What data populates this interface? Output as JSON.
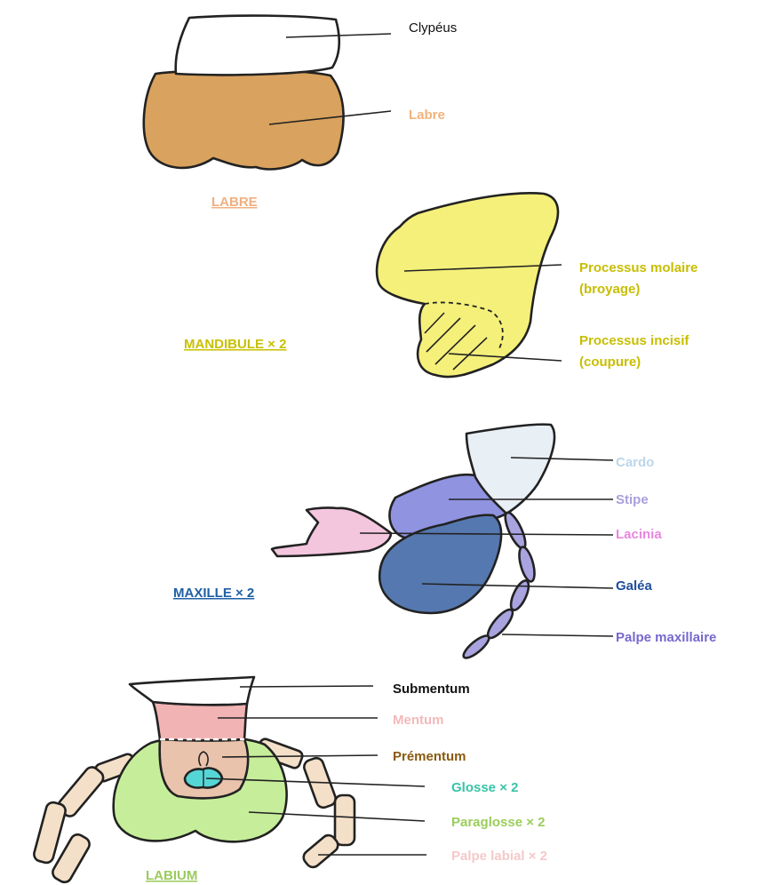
{
  "colors": {
    "labre": "#d9a25e",
    "clypeus": "#ffffff",
    "mandibule": "#f5f07a",
    "cardo": "#e8eff5",
    "stipe": "#8f93e0",
    "lacinia": "#f4c6dd",
    "galea": "#5678b0",
    "palpe_maxillaire": "#a9a3e0",
    "submentum": "#ffffff",
    "mentum": "#f1b3b3",
    "prementum": "#e9c3ab",
    "glosse": "#55d6d6",
    "paraglosse": "#c6ee9a",
    "palpe_labial": "#f4e0c8"
  },
  "labre": {
    "title": "LABRE",
    "title_color": "#f0b080",
    "labels": [
      {
        "id": "clypeus",
        "text": "Clypéus",
        "color": "#111111"
      },
      {
        "id": "labre",
        "text": "Labre",
        "color": "#f2b27a"
      }
    ]
  },
  "mandibule": {
    "title": "MANDIBULE × 2",
    "title_color": "#c8c000",
    "labels": [
      {
        "id": "molaire",
        "lines": [
          "Processus molaire",
          "(broyage)"
        ],
        "color": "#c7be00"
      },
      {
        "id": "incisif",
        "lines": [
          "Processus incisif",
          "(coupure)"
        ],
        "color": "#c7be00"
      }
    ]
  },
  "maxille": {
    "title": "MAXILLE × 2",
    "title_color": "#1f5fa6",
    "labels": [
      {
        "id": "cardo",
        "text": "Cardo",
        "color": "#bcd6ea"
      },
      {
        "id": "stipe",
        "text": "Stipe",
        "color": "#a9a0dd"
      },
      {
        "id": "lacinia",
        "text": "Lacinia",
        "color": "#ea86e0"
      },
      {
        "id": "galea",
        "text": "Galéa",
        "color": "#1d4f9c"
      },
      {
        "id": "palpe_maxillaire",
        "text": "Palpe maxillaire",
        "color": "#7668cf"
      }
    ]
  },
  "labium": {
    "title": "LABIUM",
    "title_color": "#9acb5c",
    "labels": [
      {
        "id": "submentum",
        "text": "Submentum",
        "color": "#111111"
      },
      {
        "id": "mentum",
        "text": "Mentum",
        "color": "#f3b9b9"
      },
      {
        "id": "prementum",
        "text": "Prémentum",
        "color": "#8a5a10"
      },
      {
        "id": "glosse",
        "text": "Glosse × 2",
        "color": "#38c4a8"
      },
      {
        "id": "paraglosse",
        "text": "Paraglosse × 2",
        "color": "#9bcd5c"
      },
      {
        "id": "palpe_labial",
        "text": "Palpe labial × 2",
        "color": "#f5c9c9"
      }
    ]
  }
}
